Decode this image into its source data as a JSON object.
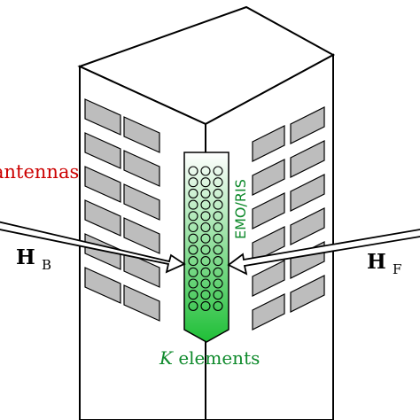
{
  "labels": {
    "antennas": "antennas",
    "emo_ris": "EMO/RIS",
    "k_var": "K",
    "k_elements": " elements",
    "hb_main": "H",
    "hb_sub": "B",
    "hf_main": "H",
    "hf_sub": "F"
  },
  "colors": {
    "antennas_text": "#cc0000",
    "emo_text": "#0f8a2c",
    "k_text": "#0f8a2c",
    "window_fill": "#bdbdbd",
    "building_left_face": "#ffffff",
    "building_right_face": "#ffffff",
    "ris_gradient_top": "#ffffff",
    "ris_gradient_bottom": "#22c03a",
    "stroke": "#000000"
  }
}
